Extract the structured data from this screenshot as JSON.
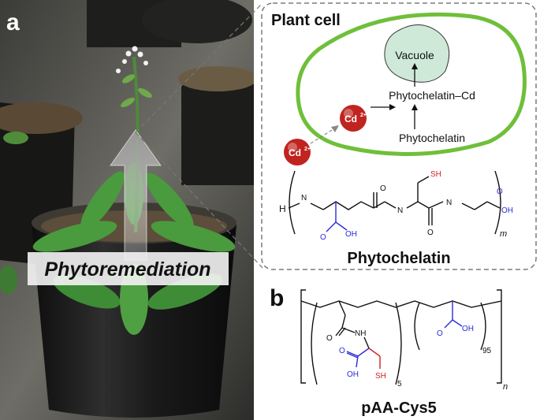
{
  "panel_a": {
    "letter": "a",
    "banner": "Phytoremediation",
    "inset": {
      "title": "Plant cell",
      "vacuole": "Vacuole",
      "complex": "Phytochelatin–Cd",
      "ion_inside": "Cd",
      "ion_outside": "Cd",
      "ion_charge": "2+",
      "phytochelatin_label": "Phytochelatin",
      "structure_name": "Phytochelatin",
      "atoms": {
        "h": "H",
        "nh": "N",
        "o": "O",
        "oh": "OH",
        "sh": "SH",
        "m": "m"
      }
    }
  },
  "panel_b": {
    "letter": "b",
    "structure_name": "pAA-Cys5",
    "atoms": {
      "nh": "NH",
      "o": "O",
      "oh": "OH",
      "sh": "SH",
      "n5": "5",
      "n95": "95",
      "n": "n"
    }
  },
  "colors": {
    "cell_wall": "#6fbf3a",
    "vacuole_fill": "#cfe9d8",
    "cd_ion": "#c0241f",
    "acid_blue": "#2c2cd6",
    "thiol_red": "#d42020",
    "dashed_frame": "#7a7a7a"
  }
}
